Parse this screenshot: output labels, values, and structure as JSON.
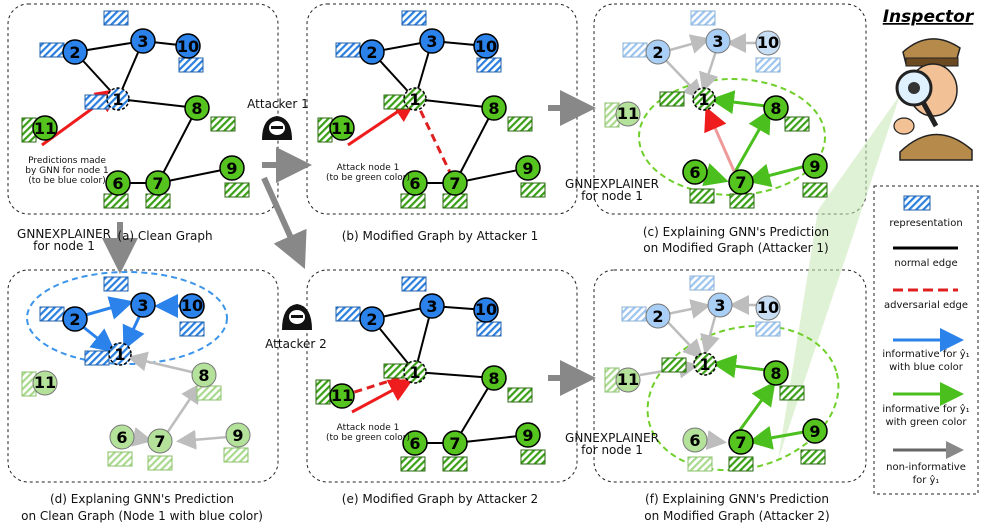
{
  "inspector_title": "Inspector",
  "captions": {
    "a": "(a) Clean Graph",
    "b": "(b) Modified Graph by Attacker 1",
    "c1": "(c) Explaining GNN's Prediction",
    "c2": "on Modified Graph (Attacker 1)",
    "d1": "(d) Explaning GNN's Prediction",
    "d2": "on Clean Graph (Node 1 with blue color)",
    "e": "(e) Modified Graph by Attacker 2",
    "f1": "(f) Explaining GNN's Prediction",
    "f2": "on Modified Graph (Attacker 2)"
  },
  "annotations": {
    "pred1": "Predictions made",
    "pred2": "by GNN for node 1",
    "pred3": "(to be blue color)",
    "atk_b1": "Attack node 1",
    "atk_b2": "(to be green color)",
    "atk_e1": "Attack node 1",
    "atk_e2": "(to be green color)",
    "attacker1": "Attacker 1",
    "attacker2": "Attacker 2",
    "gnnexp_a1": "GNNEXPLAINER",
    "gnnexp_a2": "for node 1",
    "gnnexp_c1": "GNNEXPLAINER",
    "gnnexp_c2": "for node 1",
    "gnnexp_f1": "GNNEXPLAINER",
    "gnnexp_f2": "for node 1"
  },
  "legend": {
    "representation": "representation",
    "normal_edge": "normal edge",
    "adversarial_edge": "adversarial edge",
    "blue1": "informative for ŷ₁",
    "blue2": "with blue color",
    "green1": "informative for ŷ₁",
    "green2": "with green color",
    "grey1": "non-informative",
    "grey2": "for ŷ₁"
  },
  "node_labels": [
    "1",
    "2",
    "3",
    "6",
    "7",
    "8",
    "9",
    "10",
    "11"
  ],
  "colors": {
    "blue": "#1f77e6",
    "green": "#4bbf1e",
    "adversarial": "#e02020",
    "grey_edge": "#bbbbbb",
    "panel_border": "#222222"
  }
}
